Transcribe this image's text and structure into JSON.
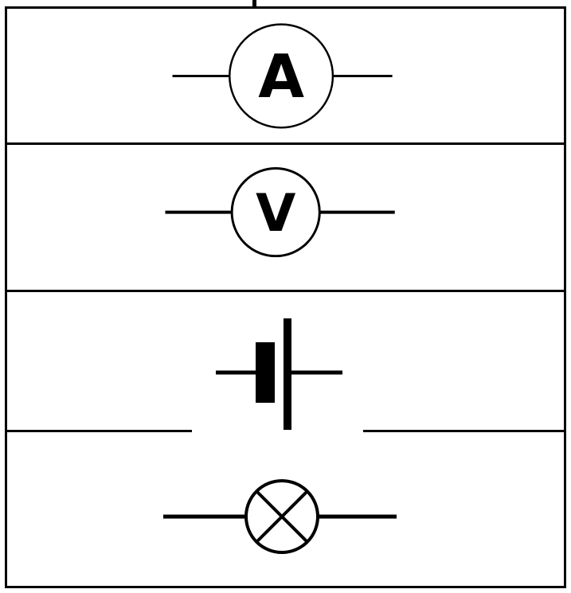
{
  "title": "electrical-circuit-symbols-table",
  "colors": {
    "ink": "#000000",
    "paper": "#ffffff"
  },
  "table": {
    "rows": [
      {
        "symbol": "ammeter-icon",
        "label": "A"
      },
      {
        "symbol": "voltmeter-icon",
        "label": "V"
      },
      {
        "symbol": "cell-battery-icon",
        "label": ""
      },
      {
        "symbol": "lamp-icon",
        "label": ""
      }
    ]
  }
}
